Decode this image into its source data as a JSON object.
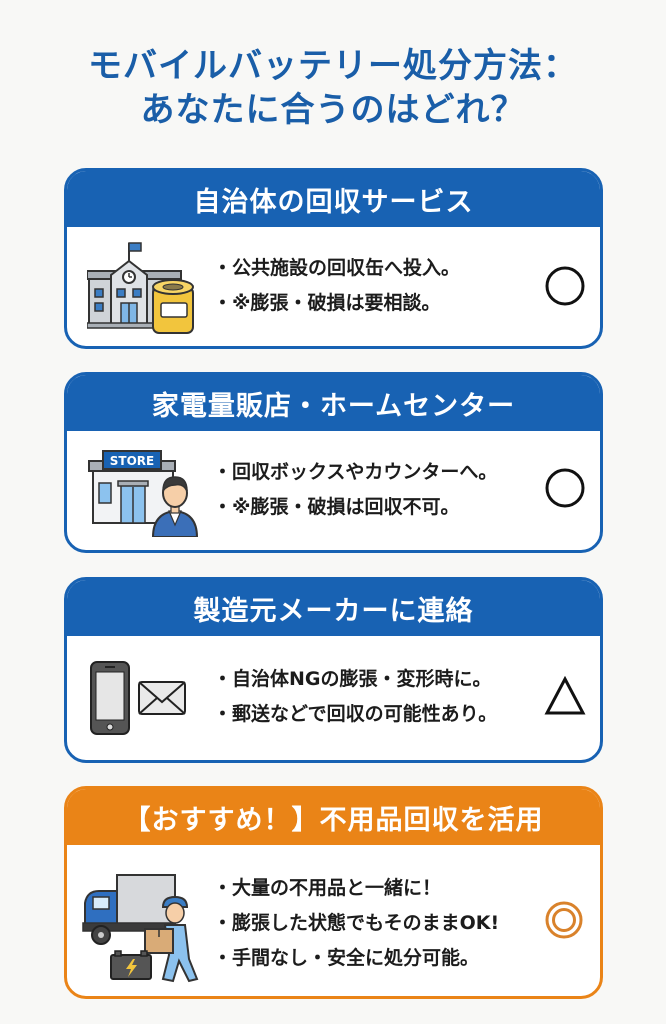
{
  "title": {
    "line1": "モバイルバッテリー処分方法：",
    "line2": "あなたに合うのはどれ？"
  },
  "colors": {
    "title": "#1a5ea8",
    "blue_accent": "#1862b3",
    "orange_accent": "#ea8417",
    "background": "#f8f8f6"
  },
  "cards": [
    {
      "header": "自治体の回収サービス",
      "icon": "city-hall-with-collection-can-icon",
      "bullets": [
        "・公共施設の回収缶へ投入。",
        "・※膨張・破損は要相談。"
      ],
      "rating": "○",
      "rating_name": "circle-mark"
    },
    {
      "header": "家電量販店・ホームセンター",
      "icon": "store-with-clerk-icon",
      "store_sign": "STORE",
      "bullets": [
        "・回収ボックスやカウンターへ。",
        "・※膨張・破損は回収不可。"
      ],
      "rating": "○",
      "rating_name": "circle-mark"
    },
    {
      "header": "製造元メーカーに連絡",
      "icon": "phone-and-envelope-icon",
      "bullets": [
        "・自治体NGの膨張・変形時に。",
        "・郵送などで回収の可能性あり。"
      ],
      "rating": "△",
      "rating_name": "triangle-mark"
    },
    {
      "header": "【おすすめ！】不用品回収を活用",
      "icon": "truck-worker-battery-icon",
      "bullets": [
        "・大量の不用品と一緒に！",
        "・膨張した状態でもそのままOK!",
        "・手間なし・安全に処分可能。"
      ],
      "rating": "◎",
      "rating_name": "double-circle-mark"
    }
  ]
}
